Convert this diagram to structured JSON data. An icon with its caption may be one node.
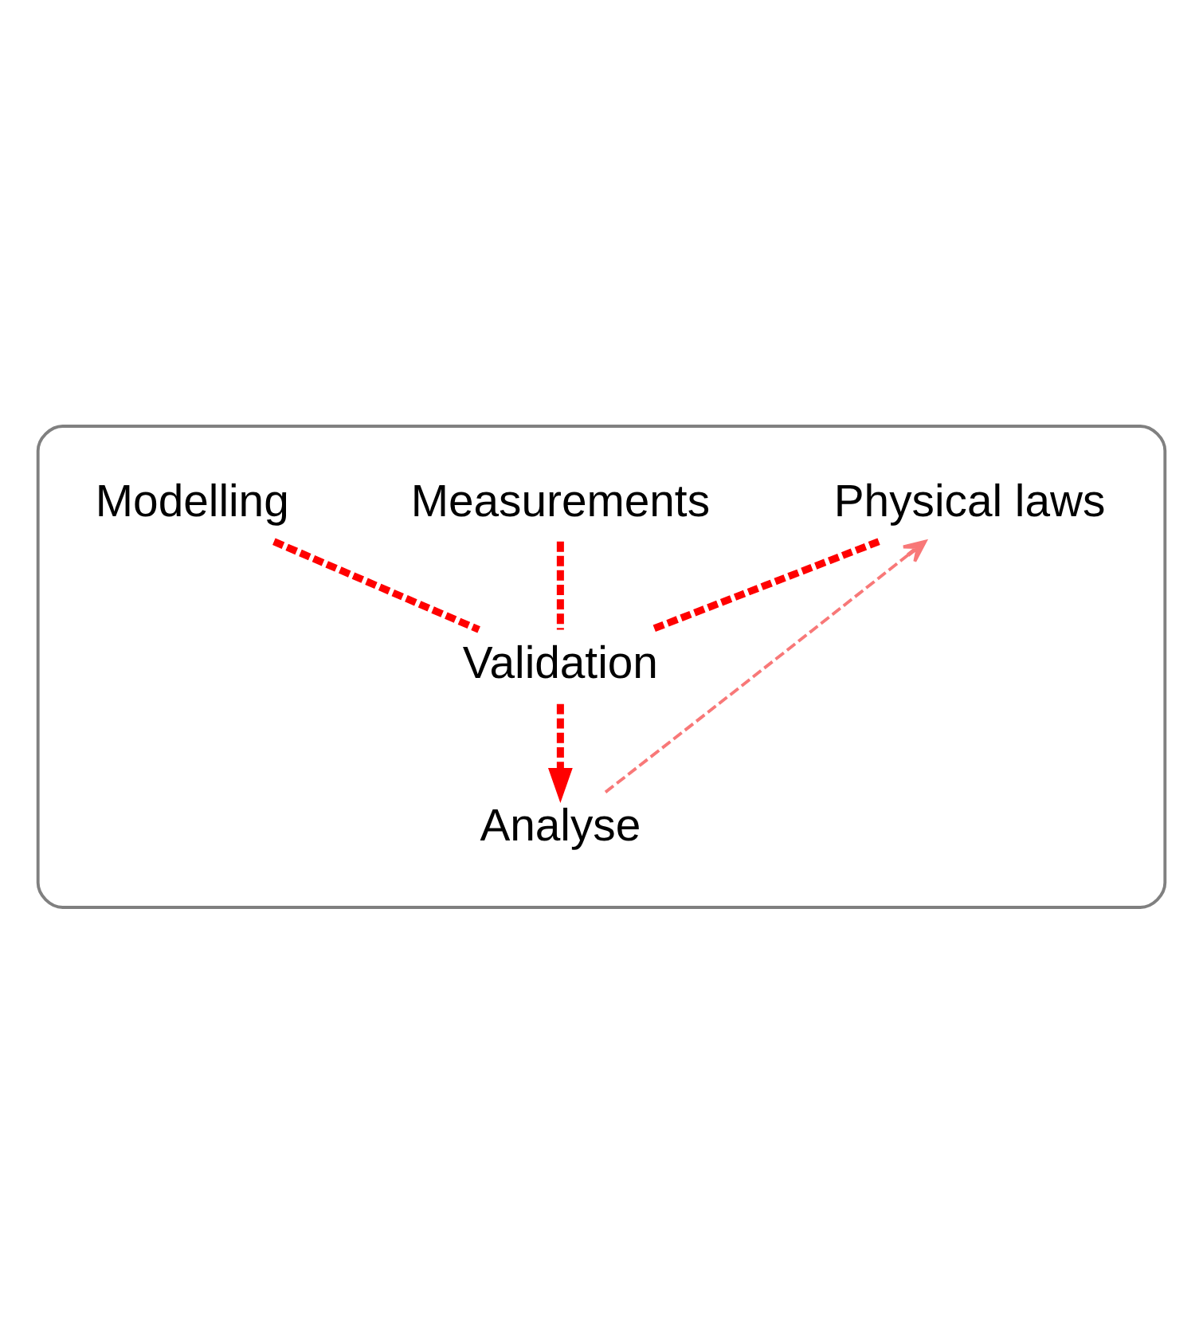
{
  "diagram": {
    "nodes": [
      {
        "text": [],
        "shape": "box"
      },
      {
        "text": [
          "Physical laws"
        ],
        "in": 0
      },
      {
        "text": [
          "Measurements"
        ],
        "in": 0
      },
      {
        "text": [
          "Modelling"
        ],
        "in": 0
      },
      {
        "text": [
          "Validation"
        ],
        "in": 0
      },
      {
        "text": [
          "Analyse"
        ],
        "in": 0
      }
    ],
    "edges": [
      {
        "from": 1,
        "to": 4,
        "arrow": "none",
        "style": "dashed"
      },
      {
        "from": 2,
        "to": 4,
        "arrow": "none",
        "style": "dashed"
      },
      {
        "from": 3,
        "to": 4,
        "arrow": "none",
        "style": "dashed"
      },
      {
        "from": 4,
        "to": 5,
        "arrow": "to",
        "style": "dashed"
      },
      {
        "from": 5,
        "to": 1,
        "arrow": "to",
        "style": "dashed",
        "color": "#f87878"
      }
    ]
  }
}
